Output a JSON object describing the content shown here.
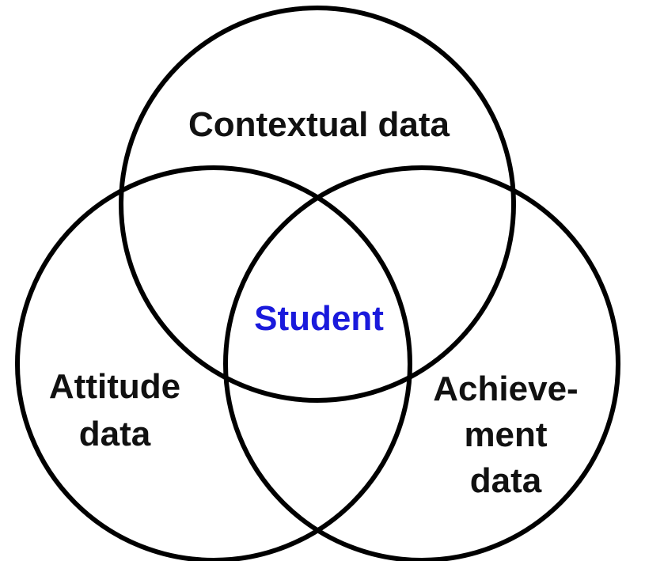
{
  "diagram": {
    "sets": {
      "contextual": {
        "lines": [
          "Contextual data"
        ]
      },
      "attitude": {
        "lines": [
          "Attitude",
          "data"
        ]
      },
      "achievement": {
        "lines": [
          "Achieve-",
          "ment",
          "data"
        ]
      }
    },
    "center": {
      "label": "Student"
    }
  },
  "colors": {
    "stroke": "#000000",
    "text": "#111111",
    "center_text": "#1a1adc",
    "background": "#ffffff"
  }
}
